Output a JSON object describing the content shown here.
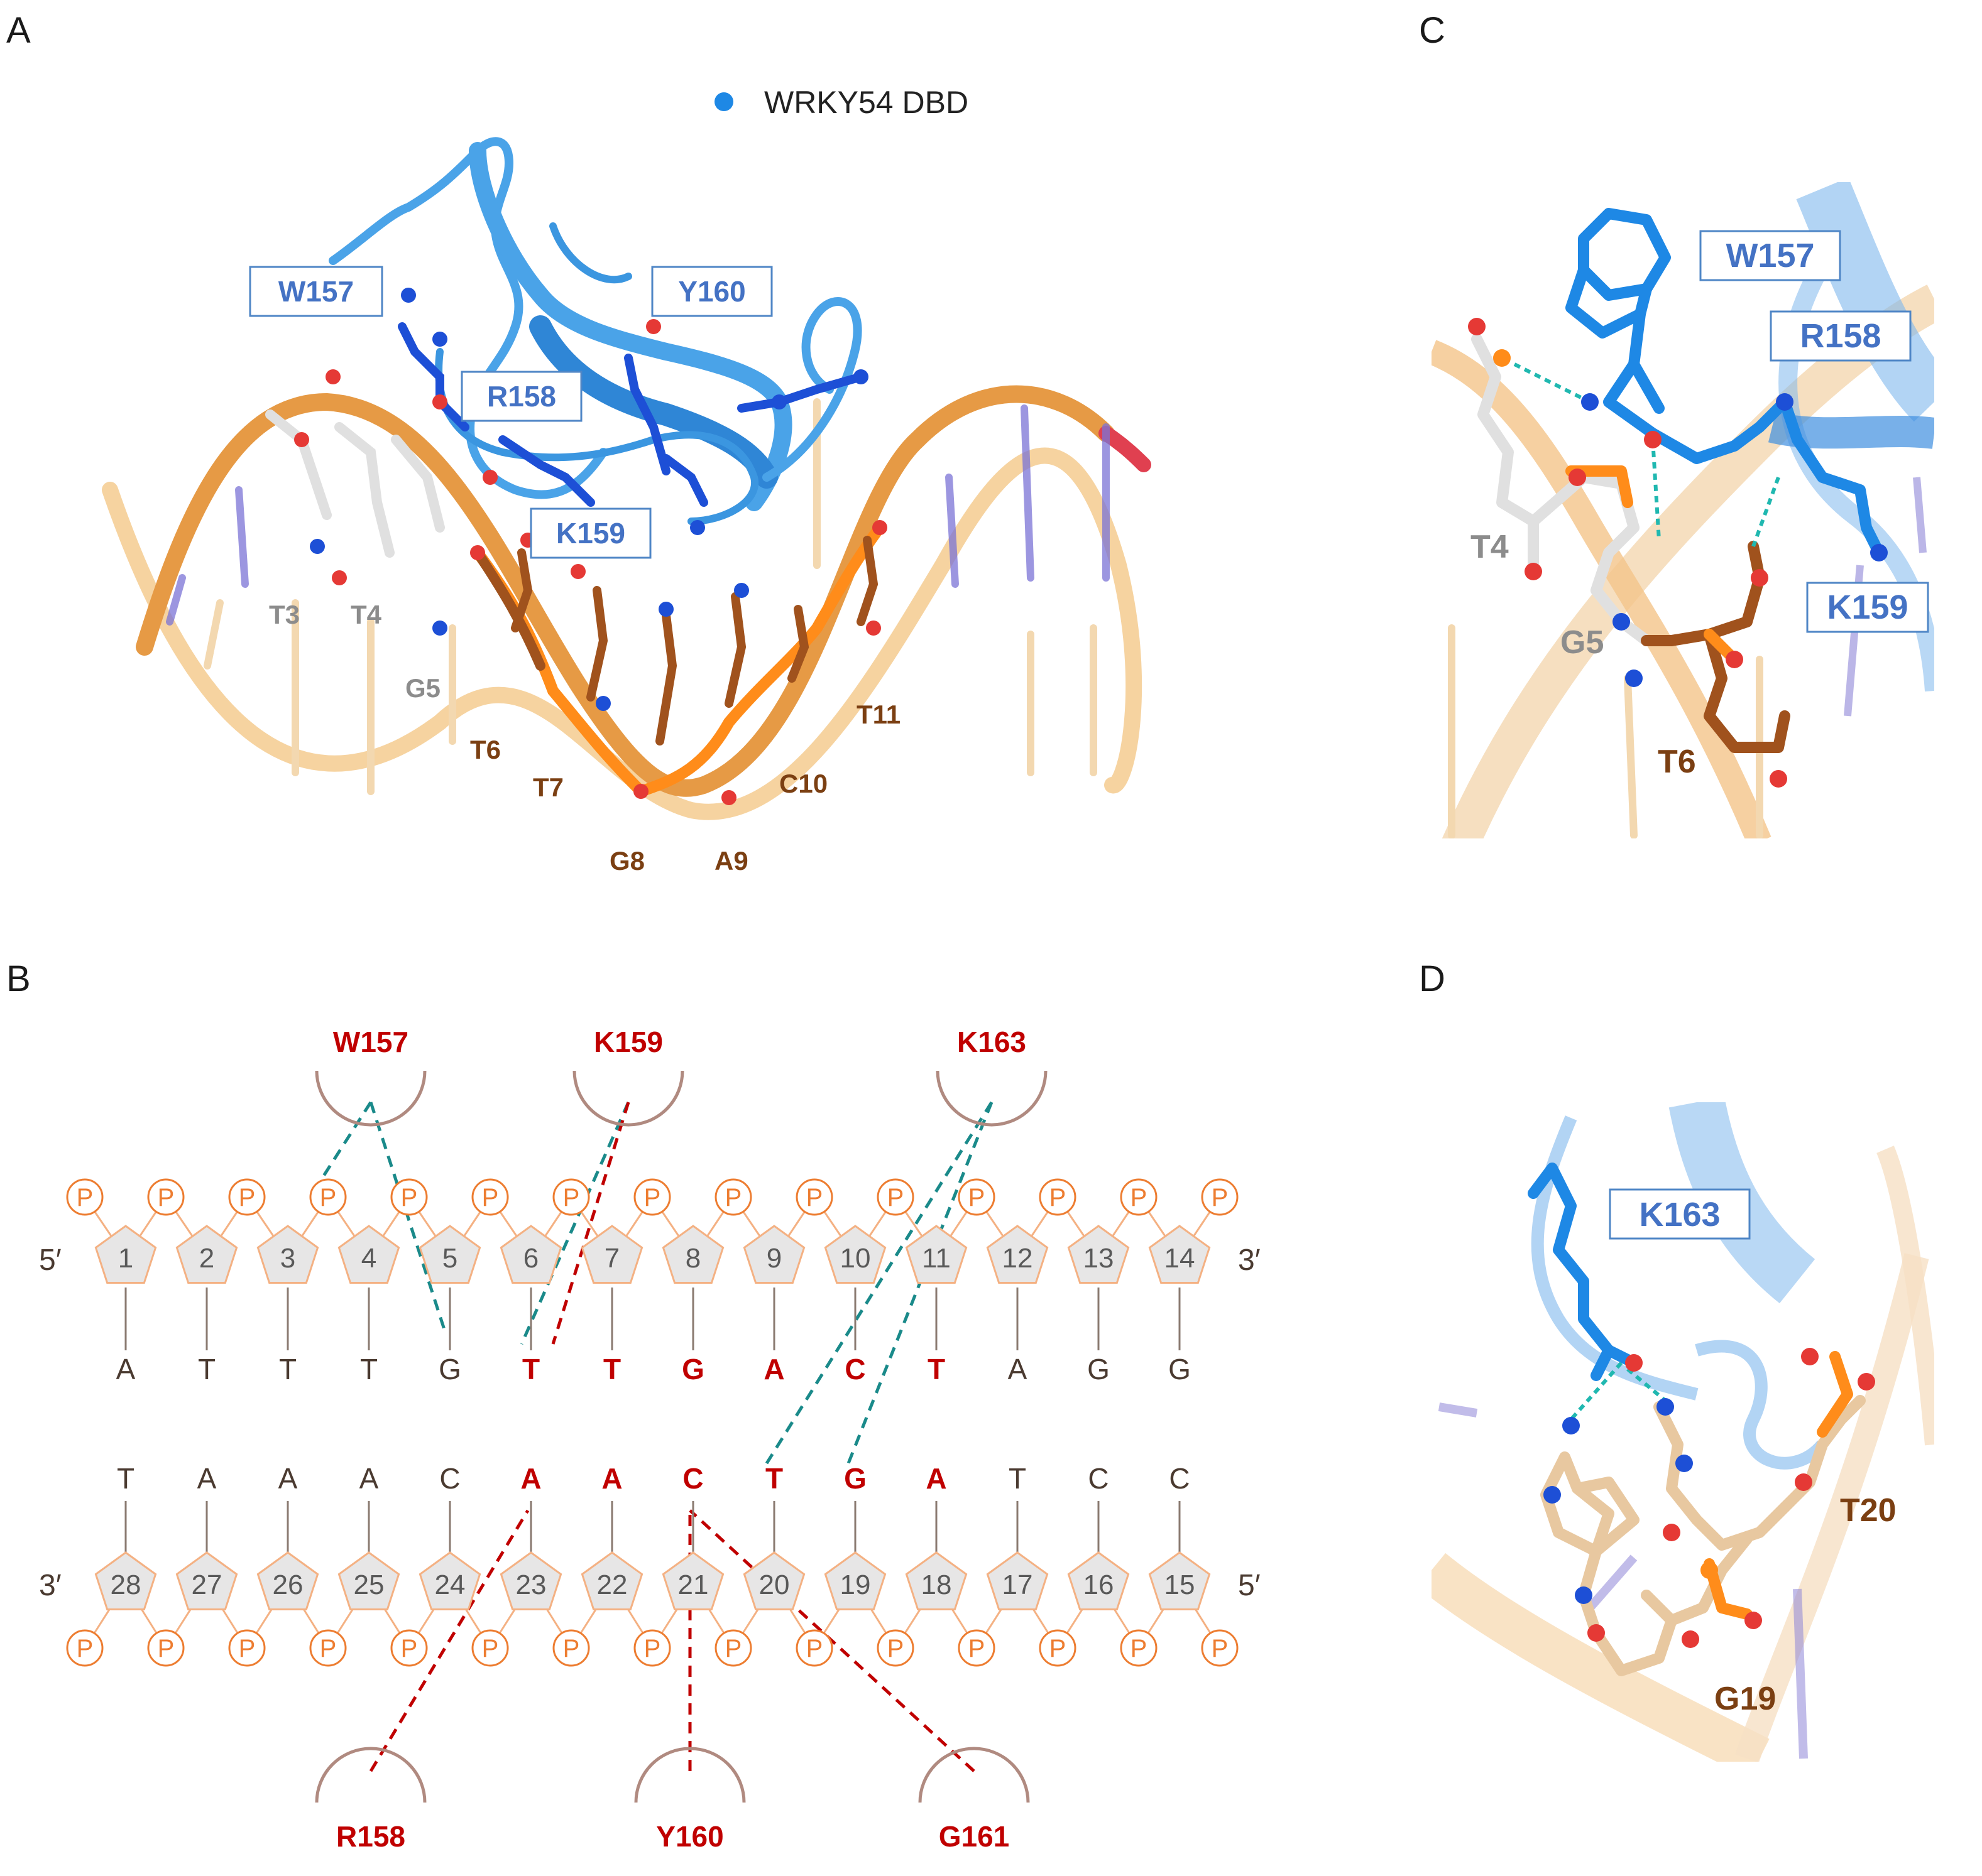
{
  "panels": {
    "a": "A",
    "b": "B",
    "c": "C",
    "d": "D"
  },
  "legend": {
    "label": "WRKY54 DBD",
    "color": "#1e88e5"
  },
  "panel_a": {
    "residue_boxes": [
      "W157",
      "Y160",
      "R158",
      "K159"
    ],
    "grey_nucleotides": [
      "T3",
      "T4",
      "G5"
    ],
    "brown_nucleotides": [
      "T6",
      "T7",
      "G8",
      "A9",
      "C10",
      "T11"
    ]
  },
  "panel_b": {
    "top_residues": [
      "W157",
      "K159",
      "K163"
    ],
    "bottom_residues": [
      "R158",
      "Y160",
      "G161"
    ],
    "phosphate_label": "P",
    "top_strand": {
      "end_left": "5′",
      "end_right": "3′",
      "numbers": [
        "1",
        "2",
        "3",
        "4",
        "5",
        "6",
        "7",
        "8",
        "9",
        "10",
        "11",
        "12",
        "13",
        "14"
      ],
      "bases": [
        "A",
        "T",
        "T",
        "T",
        "G",
        "T",
        "T",
        "G",
        "A",
        "C",
        "T",
        "A",
        "G",
        "G"
      ],
      "highlighted": [
        false,
        false,
        false,
        false,
        false,
        true,
        true,
        true,
        true,
        true,
        true,
        false,
        false,
        false
      ]
    },
    "bottom_strand": {
      "end_left": "3′",
      "end_right": "5′",
      "numbers": [
        "28",
        "27",
        "26",
        "25",
        "24",
        "23",
        "22",
        "21",
        "20",
        "19",
        "18",
        "17",
        "16",
        "15"
      ],
      "bases": [
        "T",
        "A",
        "A",
        "A",
        "C",
        "A",
        "A",
        "C",
        "T",
        "G",
        "A",
        "T",
        "C",
        "C"
      ],
      "highlighted": [
        false,
        false,
        false,
        false,
        false,
        true,
        true,
        true,
        true,
        true,
        true,
        false,
        false,
        false
      ]
    },
    "colors": {
      "phosphate": "#ed7d31",
      "sugar_fill": "#e7e6e6",
      "sugar_stroke": "#f4b183",
      "residue": "#c00000",
      "hbond": "#1a8a8a",
      "contact": "#c00000",
      "arc": "#b08a80"
    }
  },
  "panel_c": {
    "residue_boxes": [
      "W157",
      "R158",
      "K159"
    ],
    "grey_nucleotides": [
      "T4",
      "G5"
    ],
    "brown_nucleotides": [
      "T6"
    ]
  },
  "panel_d": {
    "residue_boxes": [
      "K163"
    ],
    "brown_nucleotides": [
      "T20",
      "G19"
    ]
  }
}
